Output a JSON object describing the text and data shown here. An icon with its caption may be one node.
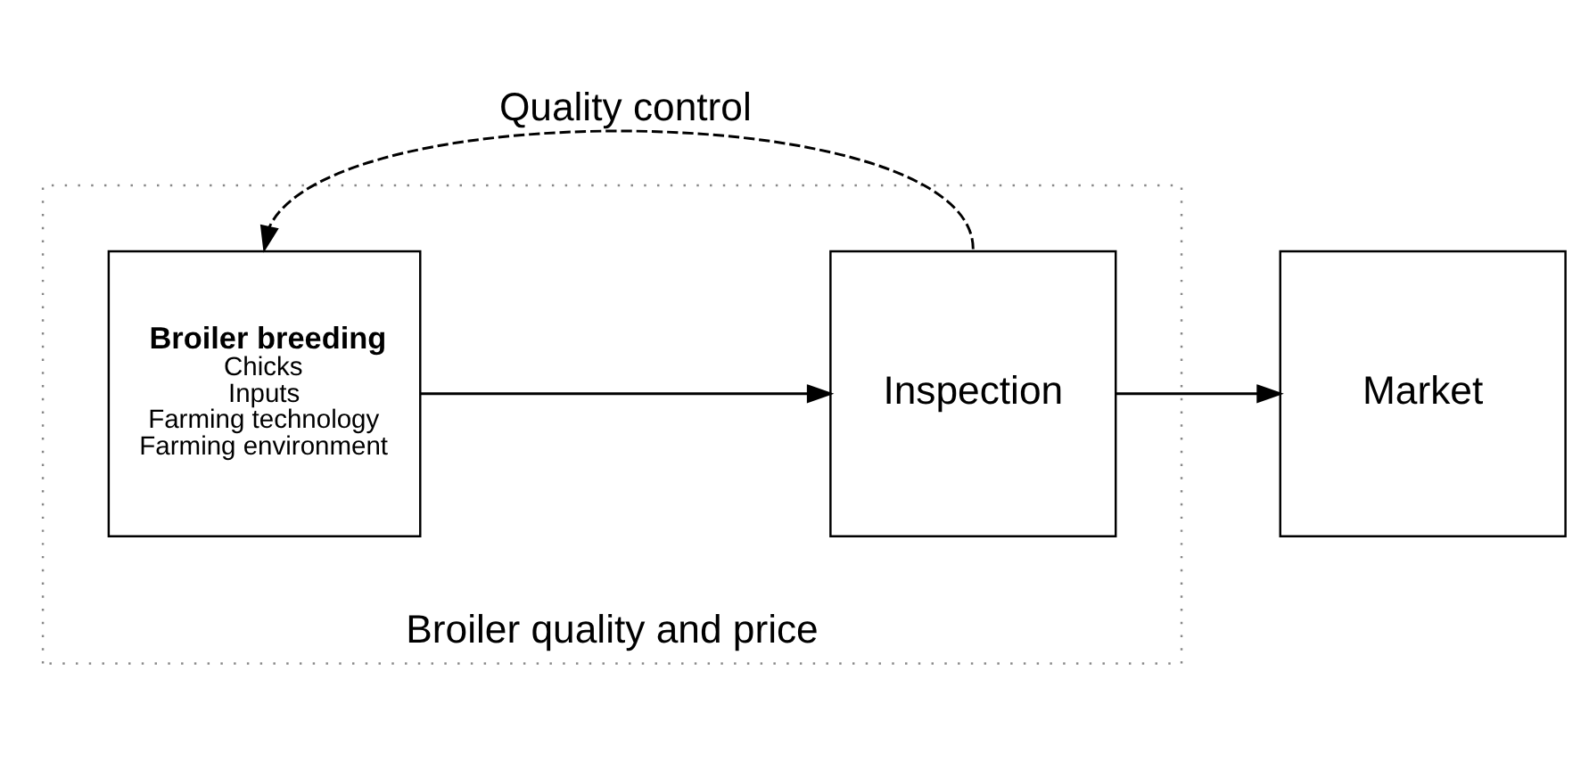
{
  "diagram": {
    "nodes": [
      {
        "text": [
          "Broiler quality and price"
        ]
      },
      {
        "text": [
          "Broiler breeding",
          "Chicks",
          "Inputs",
          "Farming technology",
          "Farming environment"
        ],
        "in": 0
      },
      {
        "text": [
          "Inspection"
        ],
        "in": 0
      },
      {
        "text": [
          "Market"
        ]
      }
    ],
    "edges": [
      {
        "from": 1,
        "to": 2,
        "arrow": "to"
      },
      {
        "from": 2,
        "to": 3,
        "arrow": "to"
      },
      {
        "from": 2,
        "to": 1,
        "arrow": "to",
        "style": "dashed",
        "label": "Quality control"
      }
    ]
  }
}
